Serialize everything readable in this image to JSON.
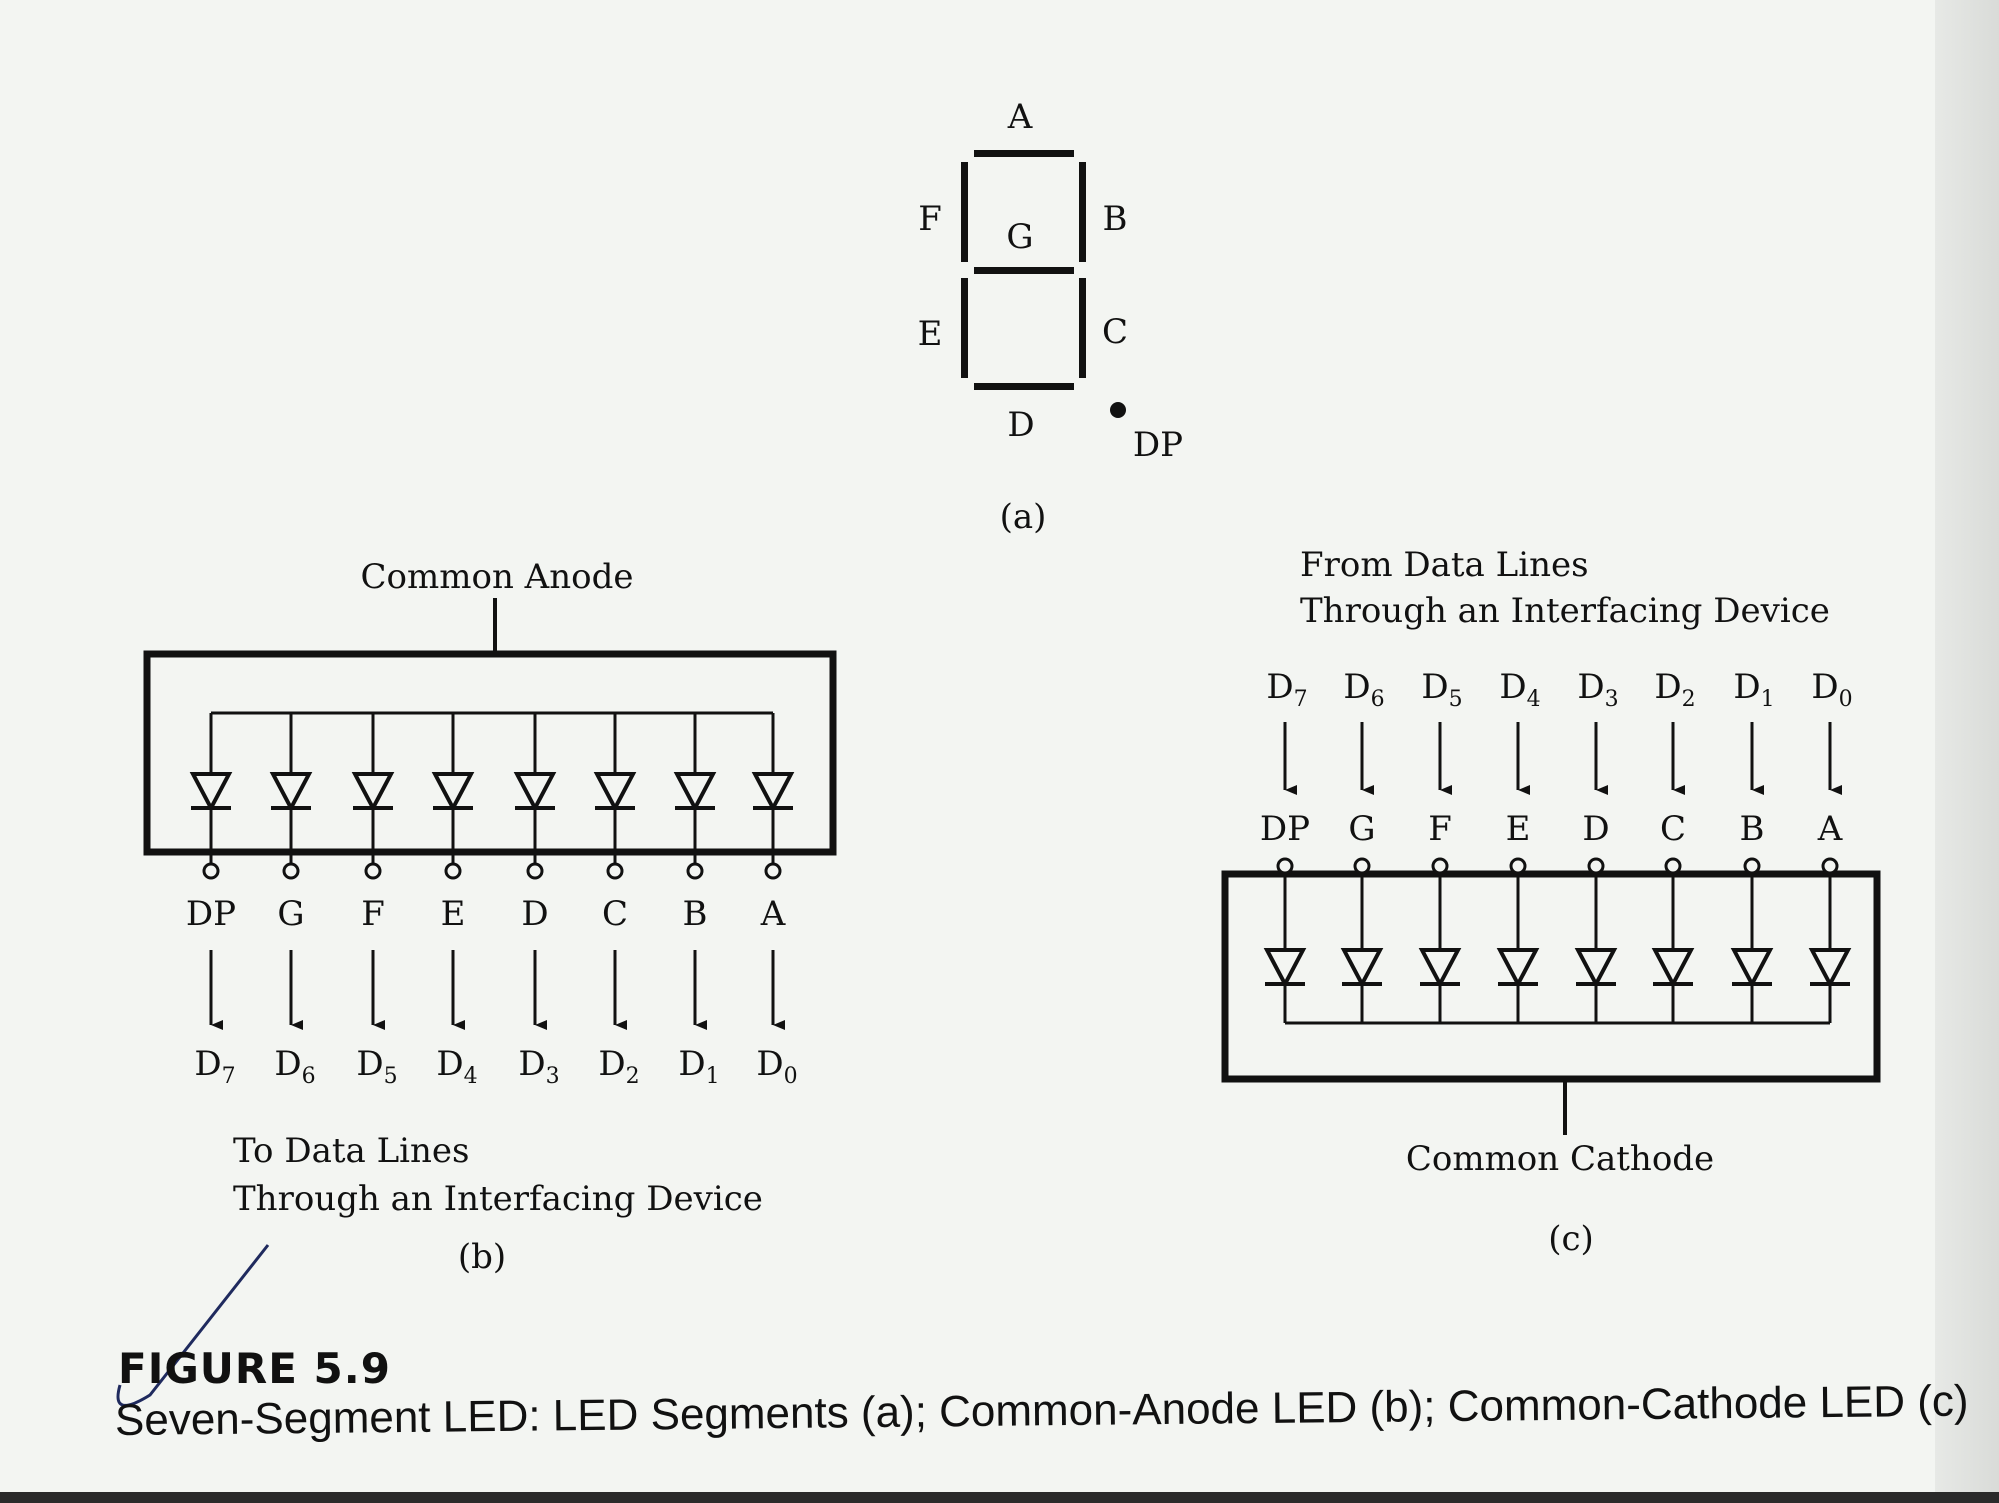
{
  "figure": {
    "number": "FIGURE 5.9",
    "caption": "Seven-Segment LED: LED Segments (a); Common-Anode LED (b); Common-Cathode LED (c)"
  },
  "part_a": {
    "label": "(a)",
    "segments": [
      "A",
      "B",
      "C",
      "D",
      "E",
      "F",
      "G"
    ],
    "dp": "DP"
  },
  "part_b": {
    "label": "(b)",
    "common": "Common Anode",
    "pins": [
      "DP",
      "G",
      "F",
      "E",
      "D",
      "C",
      "B",
      "A"
    ],
    "data_lines": [
      {
        "main": "D",
        "sub": "7"
      },
      {
        "main": "D",
        "sub": "6"
      },
      {
        "main": "D",
        "sub": "5"
      },
      {
        "main": "D",
        "sub": "4"
      },
      {
        "main": "D",
        "sub": "3"
      },
      {
        "main": "D",
        "sub": "2"
      },
      {
        "main": "D",
        "sub": "1"
      },
      {
        "main": "D",
        "sub": "0"
      }
    ],
    "note_line1": "To Data Lines",
    "note_line2": "Through an Interfacing Device"
  },
  "part_c": {
    "label": "(c)",
    "common": "Common Cathode",
    "pins": [
      "DP",
      "G",
      "F",
      "E",
      "D",
      "C",
      "B",
      "A"
    ],
    "data_lines": [
      {
        "main": "D",
        "sub": "7"
      },
      {
        "main": "D",
        "sub": "6"
      },
      {
        "main": "D",
        "sub": "5"
      },
      {
        "main": "D",
        "sub": "4"
      },
      {
        "main": "D",
        "sub": "3"
      },
      {
        "main": "D",
        "sub": "2"
      },
      {
        "main": "D",
        "sub": "1"
      },
      {
        "main": "D",
        "sub": "0"
      }
    ],
    "note_line1": "From Data Lines",
    "note_line2": "Through an Interfacing Device"
  }
}
